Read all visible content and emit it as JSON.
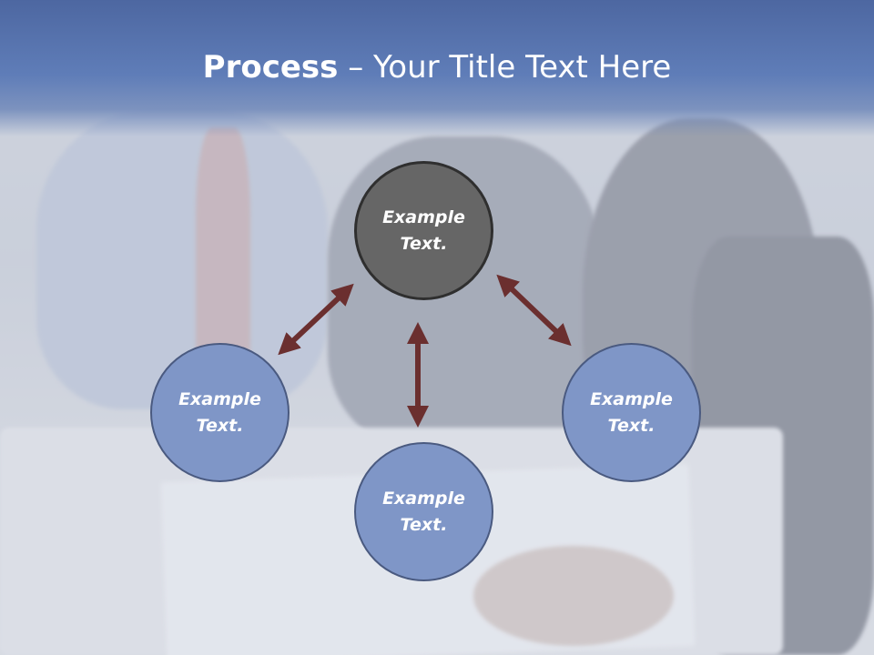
{
  "title": {
    "bold": "Process",
    "dash": " – ",
    "rest": "Your Title Text Here"
  },
  "colors": {
    "title_bar": "#5f7db8",
    "circle_blue": "#7f96c7",
    "circle_dark": "#666666",
    "arrow": "#6b2f2f"
  },
  "nodes": {
    "top": "Example\nText.",
    "left": "Example\nText.",
    "right": "Example\nText.",
    "bottom": "Example\nText."
  }
}
